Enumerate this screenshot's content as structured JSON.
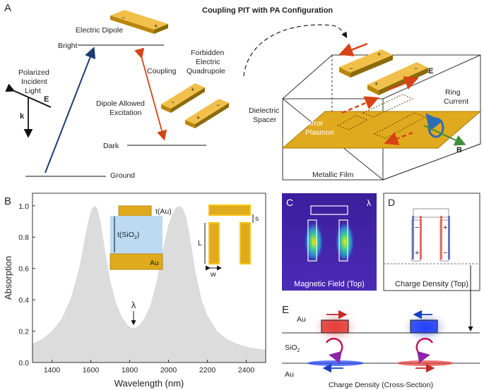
{
  "panelA": {
    "label": "A",
    "title": "Coupling PIT with PA Configuration",
    "bright": "Bright",
    "dark": "Dark",
    "ground": "Ground",
    "electric_dipole": "Electric Dipole",
    "forbidden": [
      "Forbidden",
      "Electric",
      "Quadrupole"
    ],
    "coupling": "Coupling",
    "dipole_allowed": [
      "Dipole Allowed",
      "Excitation"
    ],
    "polarized": [
      "Polarized",
      "Incident",
      "Light"
    ],
    "E": "E",
    "k": "k",
    "dielectric": [
      "Dielectric",
      "Spacer"
    ],
    "mirror_plasmon": [
      "Mirror",
      "Plasmon"
    ],
    "ring_current": [
      "Ring",
      "Current"
    ],
    "B": "B",
    "metallic_film": "Metallic Film",
    "plus": "+",
    "minus": "−"
  },
  "panelB": {
    "label": "B",
    "t_au": "t(Au)",
    "t_sio2": "t(SiO",
    "t_sio2_sub": "2",
    "t_sio2_close": ")",
    "au": "Au",
    "L": "L",
    "w": "w",
    "s": "s",
    "lambda": "λ"
  },
  "panelC": {
    "label": "C",
    "caption": "Magnetic Field (Top)",
    "lambda": "λ"
  },
  "panelD": {
    "label": "D",
    "caption": "Charge Density (Top)"
  },
  "panelE": {
    "label": "E",
    "au_top": "Au",
    "sio2": "SiO",
    "sio2_sub": "2",
    "au_bottom": "Au",
    "caption": "Charge Density (Cross-Section)"
  },
  "colors": {
    "gold": "#e0aa1e",
    "gold_dark": "#b8860b",
    "arrow_red": "#d84315",
    "arrow_blue": "#1f3b73",
    "spectrum_fill": "#dcdcdc"
  },
  "chart_data": {
    "type": "area",
    "title": "",
    "xlabel": "Wavelength (nm)",
    "ylabel": "Absorption",
    "xlim": [
      1300,
      2500
    ],
    "ylim": [
      0,
      1.08
    ],
    "xticks": [
      1400,
      1600,
      1800,
      2000,
      2200,
      2400
    ],
    "yticks": [
      0.0,
      0.2,
      0.4,
      0.6,
      0.8,
      1.0
    ],
    "xtick_labels": [
      "1400",
      "1600",
      "1800",
      "2000",
      "2200",
      "2400"
    ],
    "ytick_labels": [
      "0.0",
      "0.2",
      "0.4",
      "0.6",
      "0.8",
      "1.0"
    ],
    "series": [
      {
        "x": [
          1300,
          1350,
          1400,
          1450,
          1500,
          1540,
          1570,
          1590,
          1605,
          1620,
          1635,
          1650,
          1670,
          1700,
          1730,
          1760,
          1790,
          1810,
          1830,
          1850,
          1880,
          1910,
          1940,
          1970,
          2000,
          2020,
          2040,
          2060,
          2075,
          2090,
          2105,
          2120,
          2140,
          2170,
          2200,
          2250,
          2300,
          2350,
          2400,
          2450,
          2500
        ],
        "y": [
          0.12,
          0.15,
          0.2,
          0.28,
          0.42,
          0.6,
          0.8,
          0.92,
          0.98,
          1.0,
          0.98,
          0.9,
          0.74,
          0.52,
          0.38,
          0.29,
          0.24,
          0.22,
          0.22,
          0.24,
          0.29,
          0.38,
          0.52,
          0.72,
          0.88,
          0.95,
          0.99,
          1.0,
          0.98,
          0.93,
          0.84,
          0.72,
          0.57,
          0.4,
          0.3,
          0.2,
          0.15,
          0.12,
          0.1,
          0.09,
          0.08
        ]
      }
    ],
    "annotation": {
      "text": "λ",
      "x": 1820,
      "y": 0.22
    },
    "grid": false
  }
}
